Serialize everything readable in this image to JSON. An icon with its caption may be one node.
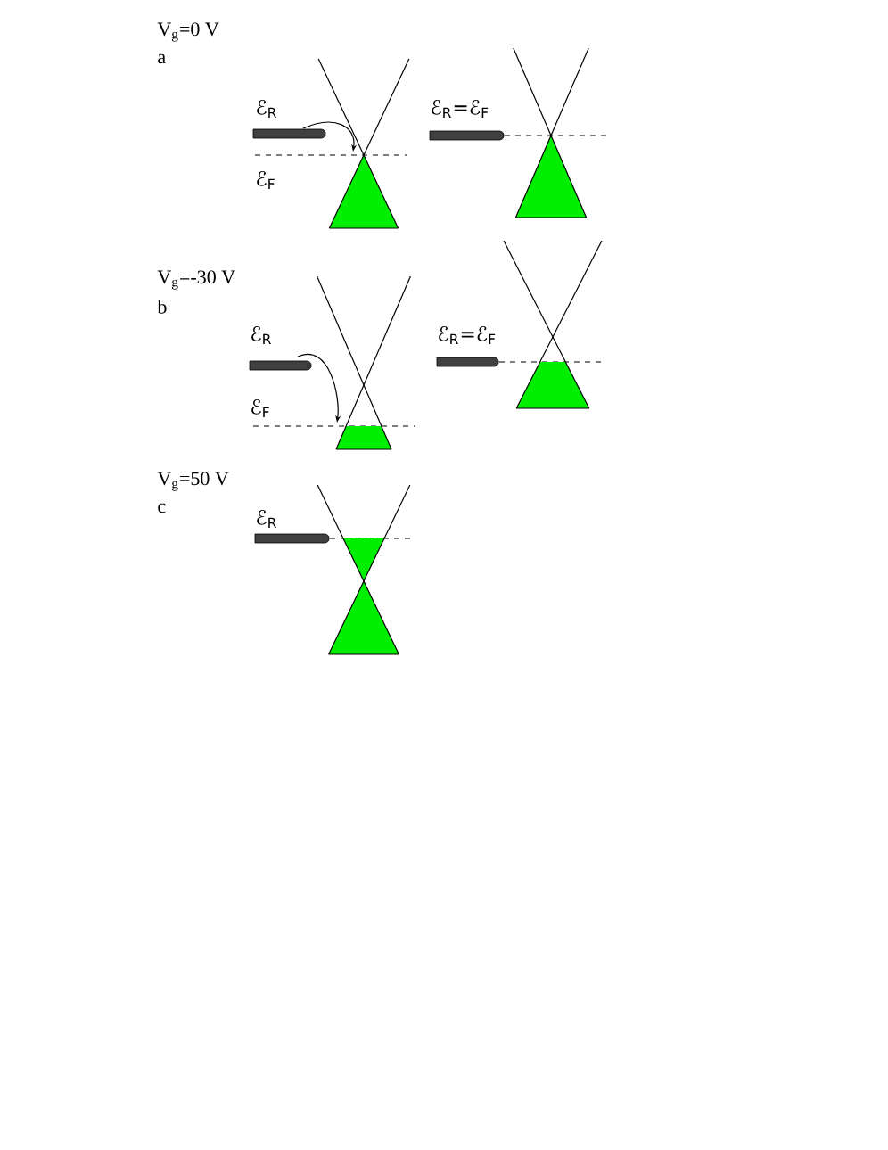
{
  "diagram": {
    "labels": [
      "V$_{g}$=0 V",
      "a",
      "ℰ$_{R}$",
      "ℰ$_{R}$=ℰ$_{F}$",
      "ℰ$_{F}$",
      "V$_{g}$=-30 V",
      "b",
      "ℰ$_{R}$",
      "ℰ$_{R}$=ℰ$_{F}$",
      "ℰ$_{F}$",
      "V$_{g}$=50 V",
      "c",
      "ℰ$_{R}$"
    ]
  }
}
